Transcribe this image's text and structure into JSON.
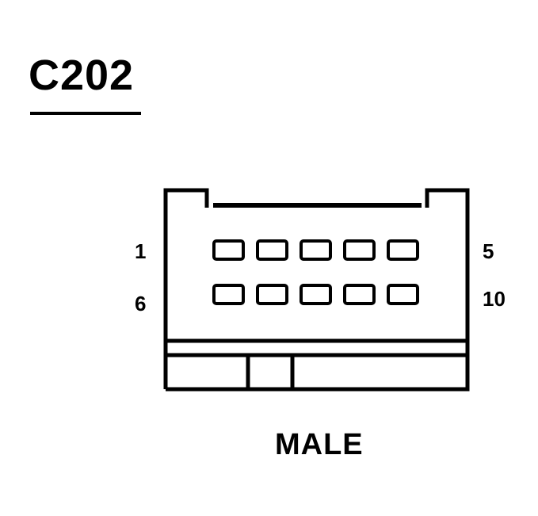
{
  "diagram": {
    "title": "C202",
    "caption": "MALE",
    "pin_labels": {
      "top_left": "1",
      "top_right": "5",
      "bottom_left": "6",
      "bottom_right": "10"
    },
    "cavity_rows": 2,
    "cavities_per_row": 5
  }
}
